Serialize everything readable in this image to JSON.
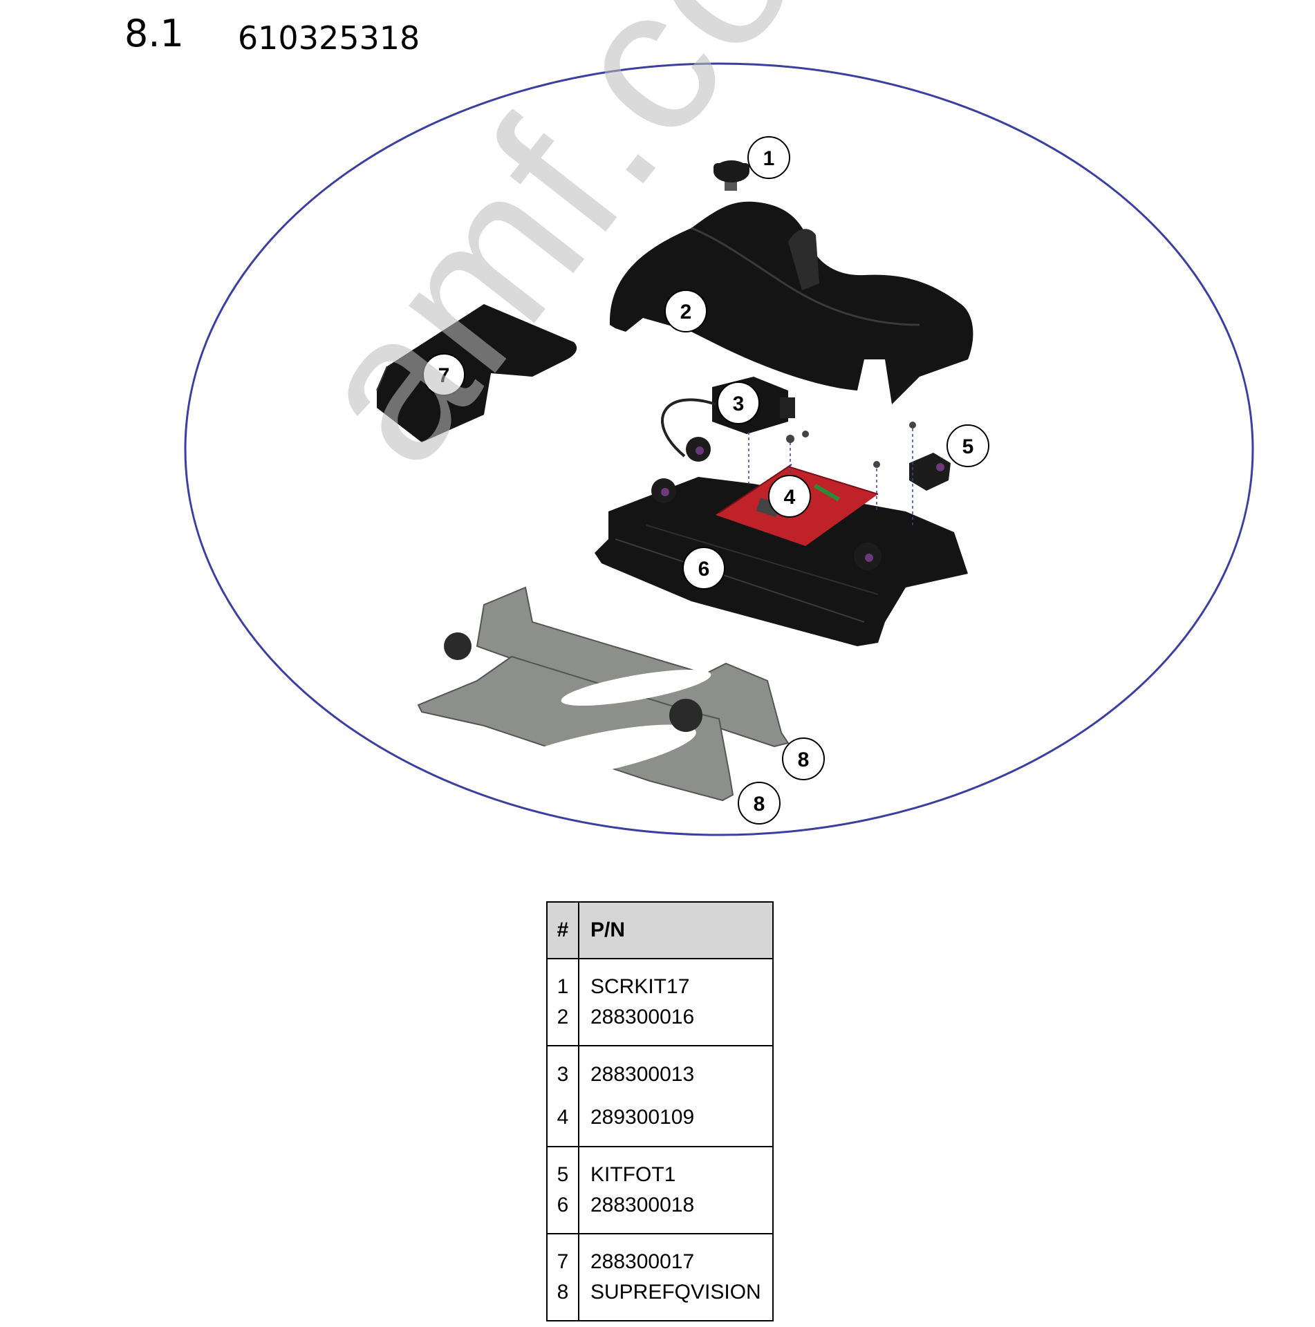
{
  "header": {
    "section_number": "8.1",
    "part_number": "610325318"
  },
  "watermark": {
    "text": "amf.com.tr"
  },
  "callouts": [
    {
      "label": "1",
      "part": "knob-screw"
    },
    {
      "label": "2",
      "part": "top-cover"
    },
    {
      "label": "3",
      "part": "sensor-box"
    },
    {
      "label": "4",
      "part": "circuit-board"
    },
    {
      "label": "5",
      "part": "sensor-right"
    },
    {
      "label": "6",
      "part": "base-tray"
    },
    {
      "label": "7",
      "part": "side-shield"
    },
    {
      "label": "8",
      "part": "mounting-bracket-rear"
    },
    {
      "label": "8",
      "part": "mounting-bracket-front"
    }
  ],
  "table": {
    "headers": {
      "num": "#",
      "pn": "P/N"
    },
    "groups": [
      {
        "rows": [
          {
            "num": "1",
            "pn": "SCRKIT17"
          },
          {
            "num": "2",
            "pn": "288300016"
          }
        ]
      },
      {
        "rows": [
          {
            "num": "3",
            "pn": "288300013"
          },
          {
            "num": "4",
            "pn": "289300109"
          }
        ]
      },
      {
        "rows": [
          {
            "num": "5",
            "pn": "KITFOT1"
          },
          {
            "num": "6",
            "pn": "288300018"
          }
        ]
      },
      {
        "rows": [
          {
            "num": "7",
            "pn": "288300017"
          },
          {
            "num": "8",
            "pn": "SUPREFQVISION"
          }
        ]
      }
    ]
  },
  "colors": {
    "ellipse": "#3a3fa0",
    "parts_dark": "#141414",
    "board_red": "#c0222a",
    "bracket_gray": "#8d8f8a",
    "table_header_bg": "#d6d6d6"
  }
}
